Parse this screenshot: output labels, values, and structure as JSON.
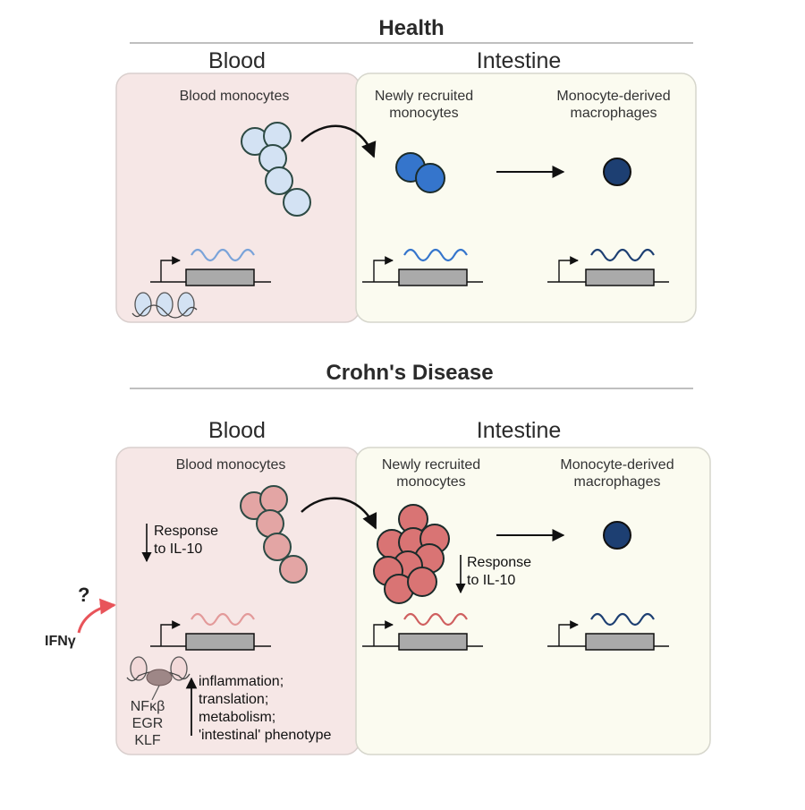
{
  "colors": {
    "blood_panel": "#f6e7e6",
    "intestine_panel": "#fbfbf0",
    "panel_border": "#d6d6cc",
    "blood_monocyte_health": "#d3e2f3",
    "recruited_health": "#3575cc",
    "macrophage": "#1d3f72",
    "monocyte_crohn": "#e3a5a4",
    "recruited_crohn": "#d97474",
    "ifn_arrow": "#e8545a"
  },
  "health": {
    "title": "Health",
    "blood_header": "Blood",
    "intestine_header": "Intestine",
    "blood_monocytes": "Blood monocytes",
    "recruited": "Newly recruited\nmonocytes",
    "macrophages": "Monocyte-derived\nmacrophages"
  },
  "crohns": {
    "title": "Crohn's Disease",
    "blood_header": "Blood",
    "intestine_header": "Intestine",
    "blood_monocytes": "Blood monocytes",
    "recruited": "Newly recruited\nmonocytes",
    "macrophages": "Monocyte-derived\nmacrophages",
    "response_blood": "Response\nto IL-10",
    "response_intestine": "Response\nto IL-10",
    "question_mark": "?",
    "ifn": "IFNγ",
    "tf_labels": "NFκβ\nEGR\nKLF",
    "upregulated": "inflammation;\ntranslation;\nmetabolism;\n'intestinal' phenotype"
  }
}
